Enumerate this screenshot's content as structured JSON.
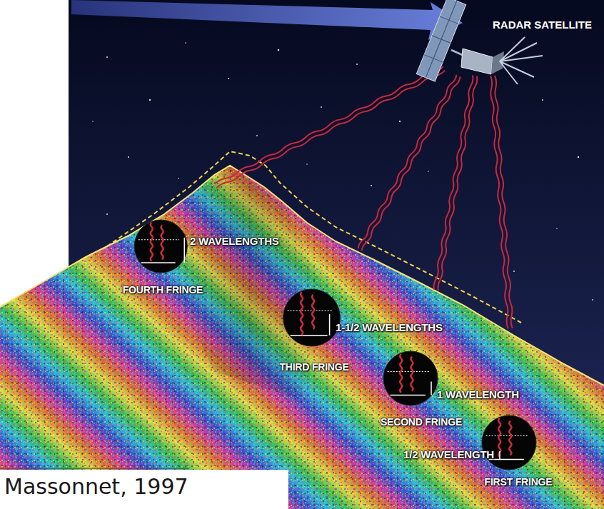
{
  "diagram": {
    "nodes": [
      {
        "text": [
          "2 WAVELENGTHS",
          "FOURTH FRINGE"
        ]
      },
      {
        "text": [
          "1-1/2 WAVELENGTHS",
          "THIRD FRINGE"
        ]
      },
      {
        "text": [
          "1 WAVELENGTH",
          "SECOND FRINGE"
        ]
      },
      {
        "text": [
          "1/2 WAVELENGTH",
          "FIRST FRINGE"
        ]
      }
    ],
    "labels": [
      "RADAR SATELLITE",
      "Massonnet, 1997"
    ]
  }
}
